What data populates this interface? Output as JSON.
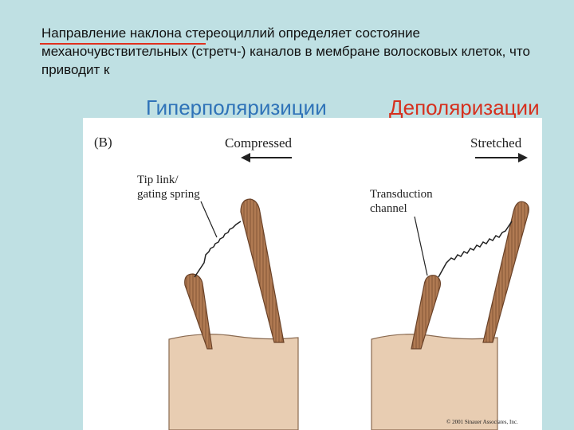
{
  "heading": {
    "text": "Направление наклона стереоциллий определяет состояние механочувствительных (стретч-) каналов в мембране волосковых клеток, что приводит к"
  },
  "labels": {
    "hyperpolarization": "Гиперполяризиции",
    "depolarization": "Деполяризации"
  },
  "figure": {
    "panel_letter": "(B)",
    "left_direction": "Compressed",
    "right_direction": "Stretched",
    "tip_link_label_line1": "Tip link/",
    "tip_link_label_line2": "gating spring",
    "channel_label_line1": "Transduction",
    "channel_label_line2": "channel",
    "copyright": "© 2001 Sinauer Associates, Inc."
  },
  "colors": {
    "background": "#bfe0e3",
    "hyper_label": "#2f73b8",
    "depol_label": "#d6301e",
    "stereocilia_fill": "#b07a52",
    "cell_body_fill": "#e8cdb2"
  }
}
